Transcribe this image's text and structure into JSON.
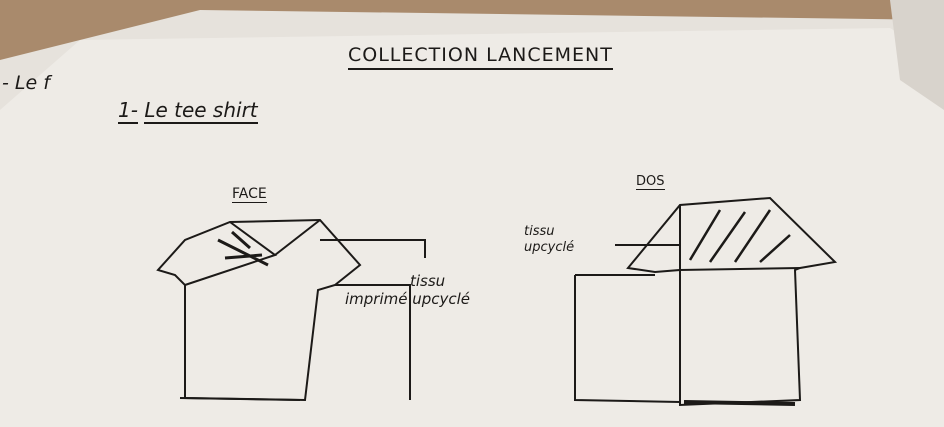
{
  "sheet": {
    "title": "COLLECTION LANCEMENT",
    "prev_page_heading": "- Le f",
    "section": {
      "number": "1-",
      "label": "Le tee shirt"
    },
    "views": [
      {
        "label": "FACE",
        "annotation_line1": "tissu",
        "annotation_line2": "imprimé upcyclé"
      },
      {
        "label": "DOS",
        "annotation_line1": "tissu",
        "annotation_line2": "upcyclé"
      }
    ]
  }
}
